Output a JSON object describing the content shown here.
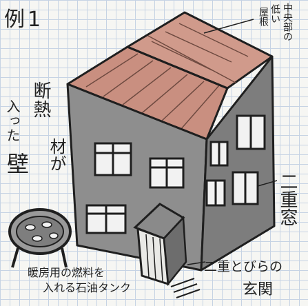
{
  "labels": {
    "example": "例1",
    "roof_note_line1": "中央部の",
    "roof_note_line2": "低い",
    "roof_note_line3": "屋根",
    "wall_note_line1": "断熱",
    "wall_note_line2": "材が",
    "wall_note_line3": "入った",
    "wall_note_line4": "壁",
    "window_note": "二重窓",
    "door_note_line1": "二重とびらの",
    "door_note_line2": "玄関",
    "tank_note_line1": "暖房用の燃料を",
    "tank_note_line2": "入れる石油タンク"
  },
  "colors": {
    "paper": "#f6f6f3",
    "grid": "#c6d3e4",
    "roof": "#c98f80",
    "wall_front": "#8e8e8e",
    "wall_side": "#7d7d7d",
    "ink": "#1f1f1f",
    "window_glass": "#f2f2f2"
  },
  "icons": [
    "house-drawing",
    "oil-tank-drawing"
  ]
}
